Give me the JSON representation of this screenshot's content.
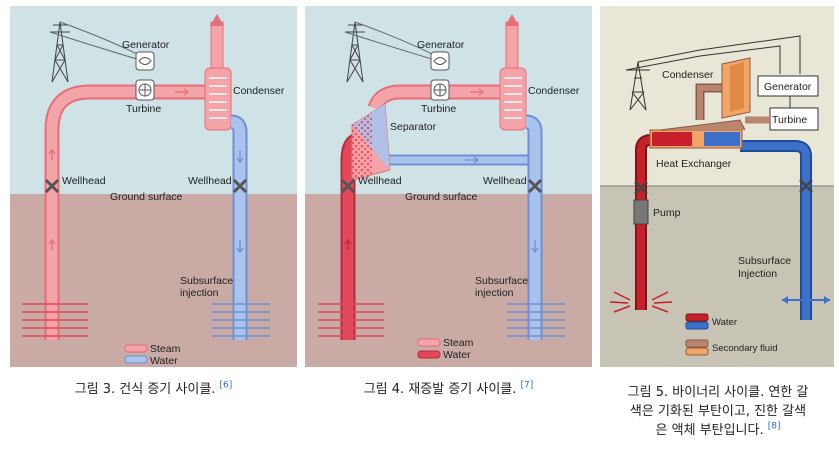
{
  "colors": {
    "sky": "#cfe2e6",
    "ground": "#c9aaa4",
    "steam": "#f4a3a8",
    "steam_edge": "#e46f77",
    "water": "#a9c3ec",
    "water_edge": "#6f90d4",
    "hot_water": "#e3485a",
    "binary_bg": "#e8e6d7",
    "binary_ground": "#c7c4b6",
    "secondary_fluid": "#b9856f",
    "hx_orange": "#f2a565",
    "binary_water": "#3d71c9",
    "binary_red": "#c8202b"
  },
  "panel1": {
    "generator": "Generator",
    "turbine": "Turbine",
    "condenser": "Condenser",
    "wellhead_left": "Wellhead",
    "wellhead_right": "Wellhead",
    "ground_surface": "Ground surface",
    "subsurface_line1": "Subsurface",
    "subsurface_line2": "injection",
    "legend_steam": "Steam",
    "legend_water": "Water"
  },
  "panel2": {
    "generator": "Generator",
    "turbine": "Turbine",
    "condenser": "Condenser",
    "separator": "Separator",
    "wellhead_left": "Wellhead",
    "wellhead_right": "Wellhead",
    "ground_surface": "Ground surface",
    "subsurface_line1": "Subsurface",
    "subsurface_line2": "injection",
    "legend_steam": "Steam",
    "legend_water": "Water"
  },
  "panel3": {
    "condenser": "Condenser",
    "generator": "Generator",
    "turbine": "Turbine",
    "heat_exchanger": "Heat Exchanger",
    "pump": "Pump",
    "subsurface_line1": "Subsurface",
    "subsurface_line2": "Injection",
    "legend_water": "Water",
    "legend_secondary": "Secondary fluid"
  },
  "captions": {
    "cap1_text": "그림 3. 건식 증기 사이클. ",
    "cap1_ref": "[6]",
    "cap2_text": "그림 4. 재증발 증기 사이클. ",
    "cap2_ref": "[7]",
    "cap3_line1": "그림 5. 바이너리 사이클. 연한 갈",
    "cap3_line2": "색은 기화된 부탄이고, 진한 갈색",
    "cap3_line3": "은 액체 부탄입니다. ",
    "cap3_ref": "[8]"
  }
}
